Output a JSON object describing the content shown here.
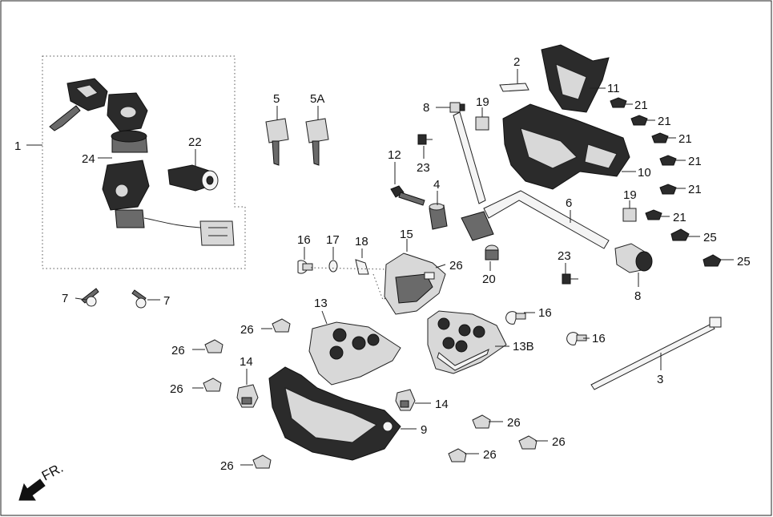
{
  "colors": {
    "ink": "#111111",
    "frame": "#222222",
    "part_dark": "#2b2b2b",
    "part_light": "#d8d8d8"
  },
  "labels": {
    "1": "1",
    "2": "2",
    "3": "3",
    "4": "4",
    "5": "5",
    "5A": "5A",
    "6": "6",
    "7a": "7",
    "7b": "7",
    "8a": "8",
    "8b": "8",
    "9": "9",
    "10": "10",
    "11": "11",
    "12": "12",
    "13": "13",
    "13B": "13B",
    "14a": "14",
    "14b": "14",
    "15": "15",
    "16a": "16",
    "16b": "16",
    "16c": "16",
    "17": "17",
    "18": "18",
    "19a": "19",
    "19b": "19",
    "20": "20",
    "21a": "21",
    "21b": "21",
    "21c": "21",
    "21d": "21",
    "21e": "21",
    "21f": "21",
    "22": "22",
    "23a": "23",
    "23b": "23",
    "24": "24",
    "25a": "25",
    "25b": "25",
    "26a": "26",
    "26b": "26",
    "26c": "26",
    "26d": "26",
    "26e": "26",
    "26f": "26",
    "26g": "26",
    "26h": "26"
  },
  "direction": {
    "text": "FR.",
    "icon": "arrow-down-left-icon"
  }
}
